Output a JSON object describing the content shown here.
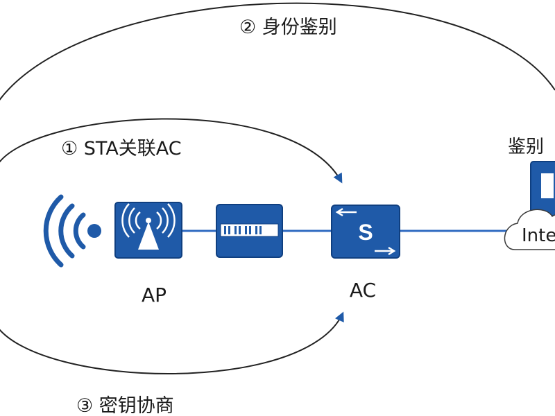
{
  "steps": {
    "step1": "① STA关联AC",
    "step2": "② 身份鉴别",
    "step3": "③ 密钥协商"
  },
  "devices": {
    "ap": "AP",
    "ac": "AC",
    "switch_letter": "S"
  },
  "edge": {
    "server_label": "鉴别",
    "cloud_label": "Inte"
  },
  "colors": {
    "device_blue": "#1f5aa8",
    "device_border": "#0f3f80",
    "line_blue": "#2f6ac0",
    "arc_gray": "#222222",
    "wifi_blue": "#1f5aa8"
  }
}
